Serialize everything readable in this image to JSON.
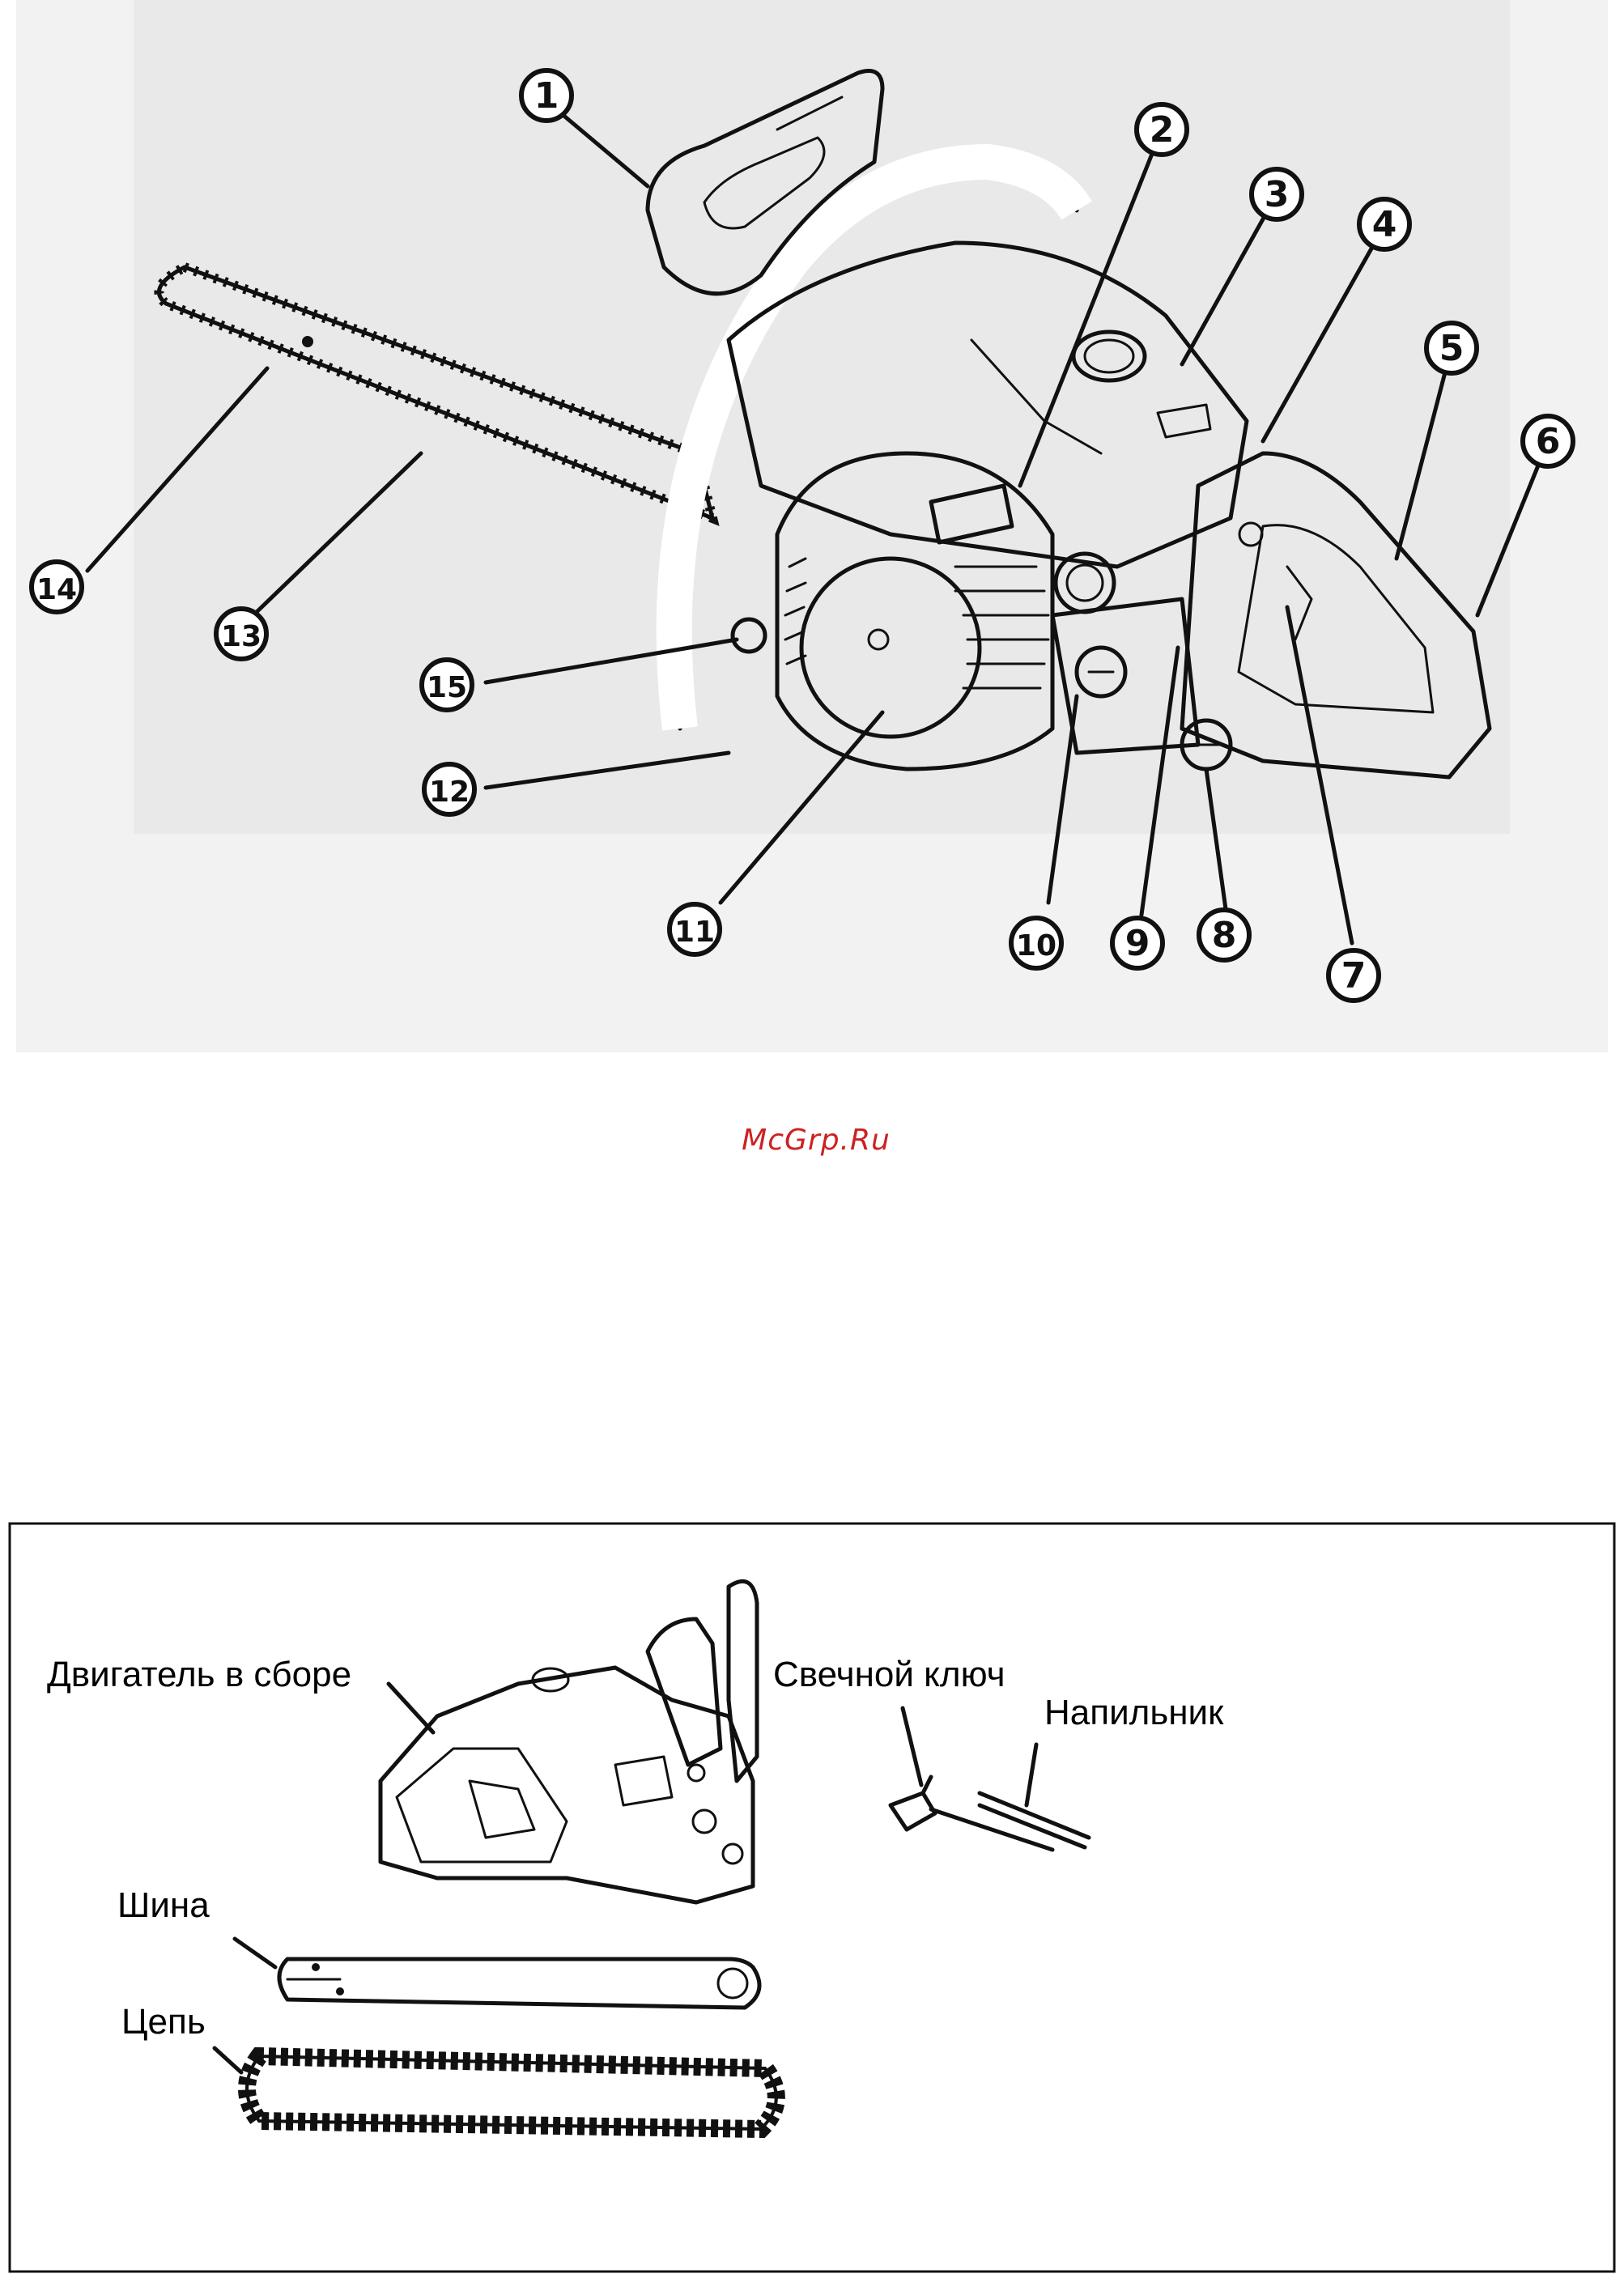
{
  "watermark": "McGrp.Ru",
  "figure1": {
    "callouts": [
      "1",
      "2",
      "3",
      "4",
      "5",
      "6",
      "7",
      "8",
      "9",
      "10",
      "11",
      "12",
      "13",
      "14",
      "15"
    ]
  },
  "figure2": {
    "labels": {
      "engine": "Двигатель в сборе",
      "spark_wrench": "Свечной ключ",
      "file": "Напильник",
      "bar": "Шина",
      "chain": "Цепь"
    }
  }
}
